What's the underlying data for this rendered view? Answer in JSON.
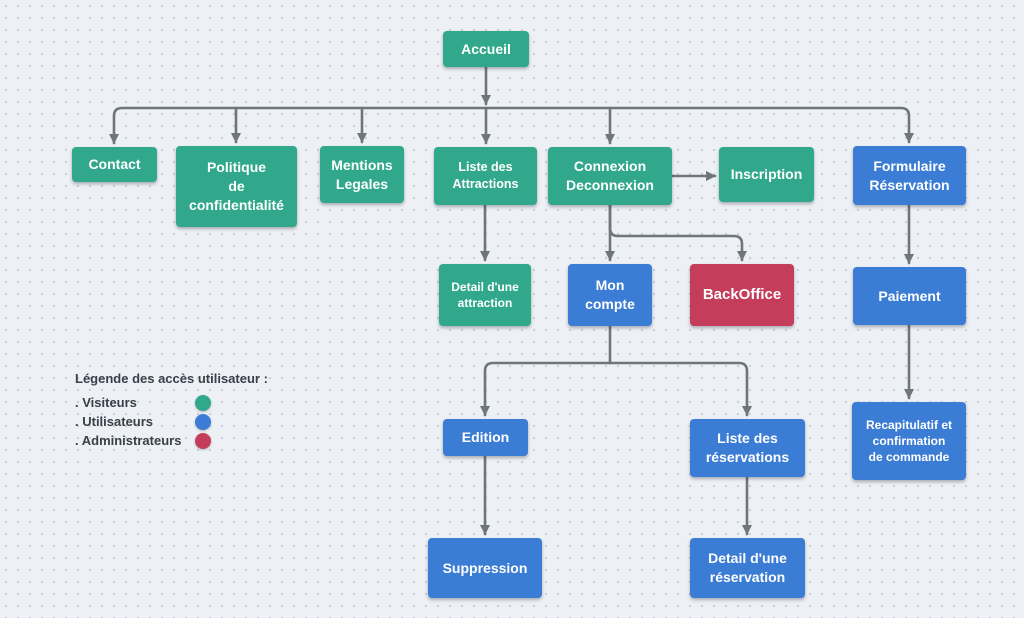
{
  "colors": {
    "visitor_teal": "#31a88c",
    "user_blue": "#3b7cd5",
    "admin_red": "#c43d5b",
    "arrow_gray": "#6e757c"
  },
  "nodes": {
    "accueil": {
      "label": "Accueil"
    },
    "contact": {
      "label": "Contact"
    },
    "politique": {
      "label": "Politique\nde\nconfidentialité"
    },
    "mentions": {
      "label": "Mentions\nLegales"
    },
    "liste_attractions": {
      "label": "Liste des\nAttractions"
    },
    "connexion": {
      "label": "Connexion\nDeconnexion"
    },
    "inscription": {
      "label": "Inscription"
    },
    "formulaire_reservation": {
      "label": "Formulaire\nRéservation"
    },
    "detail_attraction": {
      "label": "Detail d'une\nattraction"
    },
    "mon_compte": {
      "label": "Mon\ncompte"
    },
    "backoffice": {
      "label": "BackOffice"
    },
    "paiement": {
      "label": "Paiement"
    },
    "edition": {
      "label": "Edition"
    },
    "liste_reservations": {
      "label": "Liste des\nréservations"
    },
    "recapitulatif": {
      "label": "Recapitulatif et\nconfirmation\nde commande"
    },
    "suppression": {
      "label": "Suppression"
    },
    "detail_reservation": {
      "label": "Detail d'une\nréservation"
    }
  },
  "legend": {
    "title": "Légende des accès utilisateur  :",
    "items": [
      {
        "label": ". Visiteurs",
        "color": "#31a88c"
      },
      {
        "label": ". Utilisateurs",
        "color": "#3b7cd5"
      },
      {
        "label": ". Administrateurs",
        "color": "#c43d5b"
      }
    ]
  }
}
